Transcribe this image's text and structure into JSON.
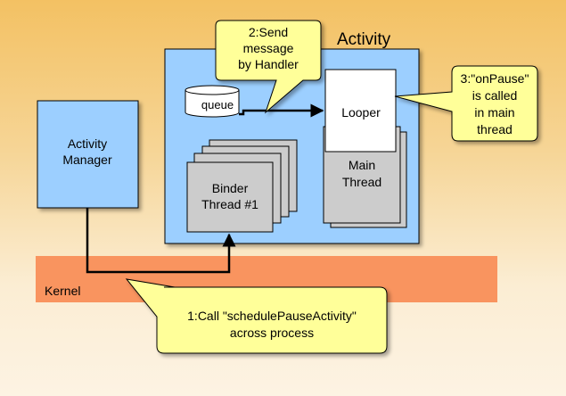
{
  "kernel": {
    "label": "Kernel"
  },
  "activity_manager": {
    "line1": "Activity",
    "line2": "Manager"
  },
  "activity": {
    "title": "Activity"
  },
  "queue": {
    "label": "queue"
  },
  "looper": {
    "label": "Looper"
  },
  "main_thread": {
    "line1": "Main",
    "line2": "Thread"
  },
  "binder_thread": {
    "line1": "Binder",
    "line2": "Thread #1"
  },
  "callouts": {
    "step1": {
      "line1": "1:Call \"schedulePauseActivity\"",
      "line2": "across process"
    },
    "step2": {
      "line1": "2:Send",
      "line2": "message",
      "line3": "by Handler"
    },
    "step3": {
      "line1": "3:\"onPause\"",
      "line2": "is called",
      "line3": "in main",
      "line4": "thread"
    }
  },
  "colors": {
    "kernel_band": "#f9945f",
    "activity_panel": "#9ccfff",
    "thread_box": "#cccccc",
    "callout_fill": "#ffff99"
  }
}
